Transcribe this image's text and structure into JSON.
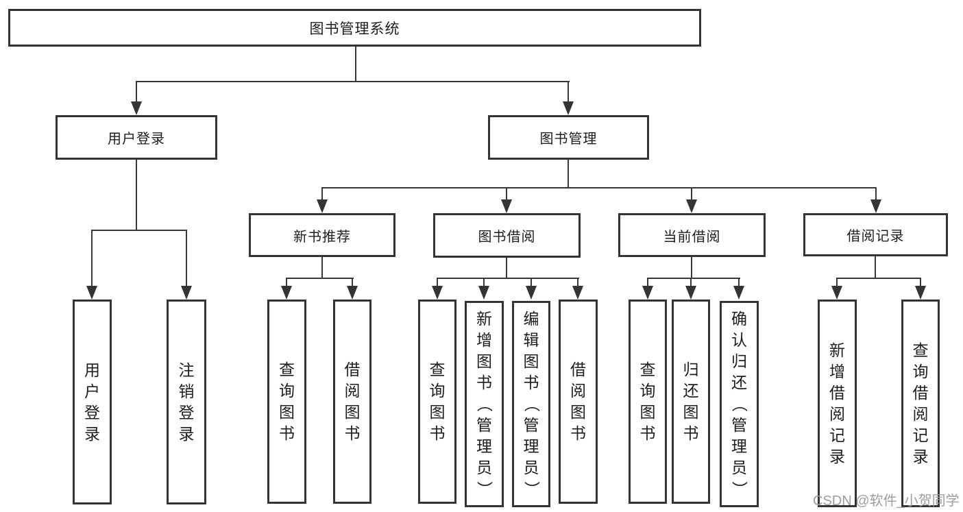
{
  "diagram": {
    "type": "hierarchy-tree",
    "title": "图书管理系统",
    "watermark": "CSDN @软件_小贺同学",
    "colors": {
      "line": "#37383a",
      "box_border": "#333436",
      "text": "#1d1d1f",
      "watermark": "#9e9e9e",
      "background": "#ffffff"
    }
  },
  "nodes": {
    "root": {
      "label": "图书管理系统"
    },
    "level2": {
      "user_login": {
        "label": "用户登录"
      },
      "book_management": {
        "label": "图书管理"
      }
    },
    "level3": {
      "new_book_recommend": {
        "label": "新书推荐"
      },
      "book_borrowing": {
        "label": "图书借阅"
      },
      "current_borrowing": {
        "label": "当前借阅"
      },
      "borrowing_records": {
        "label": "借阅记录"
      }
    },
    "leaves": {
      "user_login_children": [
        "用户登录",
        "注销登录"
      ],
      "new_book_recommend_children": [
        "查询图书",
        "借阅图书"
      ],
      "book_borrowing_children": [
        "查询图书",
        "新增图书（管理员）",
        "编辑图书（管理员）",
        "借阅图书"
      ],
      "current_borrowing_children": [
        "查询图书",
        "归还图书",
        "确认归还（管理员）"
      ],
      "borrowing_records_children": [
        "新增借阅记录",
        "查询借阅记录"
      ]
    }
  }
}
